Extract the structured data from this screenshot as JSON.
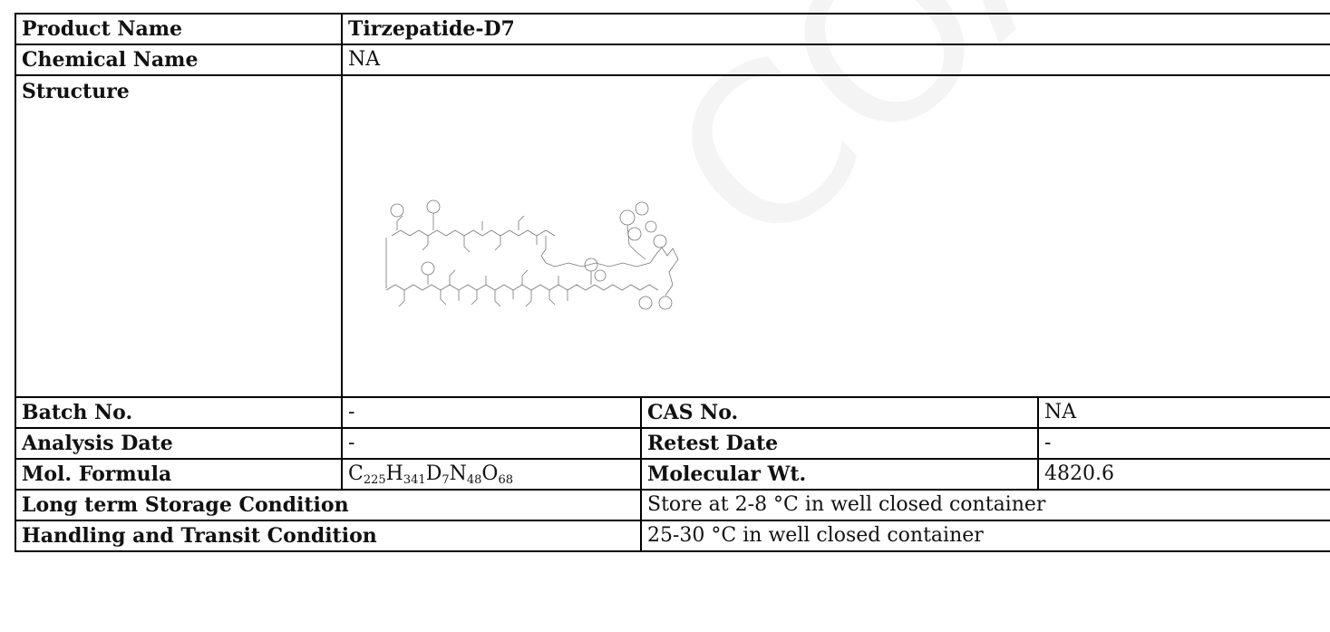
{
  "product": {
    "label": "Product Name",
    "value": "Tirzepatide-D7"
  },
  "chemical_name": {
    "label": "Chemical Name",
    "value": "NA"
  },
  "structure": {
    "label": "Structure"
  },
  "batch": {
    "label": "Batch No.",
    "value": "-"
  },
  "cas": {
    "label": "CAS No.",
    "value": "NA"
  },
  "analysis_date": {
    "label": "Analysis Date",
    "value": "-"
  },
  "retest_date": {
    "label": "Retest Date",
    "value": "-"
  },
  "formula": {
    "label": "Mol. Formula",
    "parts": [
      {
        "el": "C",
        "n": "225"
      },
      {
        "el": "H",
        "n": "341"
      },
      {
        "el": "D",
        "n": "7"
      },
      {
        "el": "N",
        "n": "48"
      },
      {
        "el": "O",
        "n": "68"
      }
    ]
  },
  "mol_wt": {
    "label": "Molecular Wt.",
    "value": "4820.6"
  },
  "storage": {
    "label": "Long term Storage Condition",
    "value": "Store at 2-8 °C in well closed container"
  },
  "transit": {
    "label": "Handling and Transit Condition",
    "value": "25-30 °C in well closed container"
  },
  "watermark": "COA"
}
